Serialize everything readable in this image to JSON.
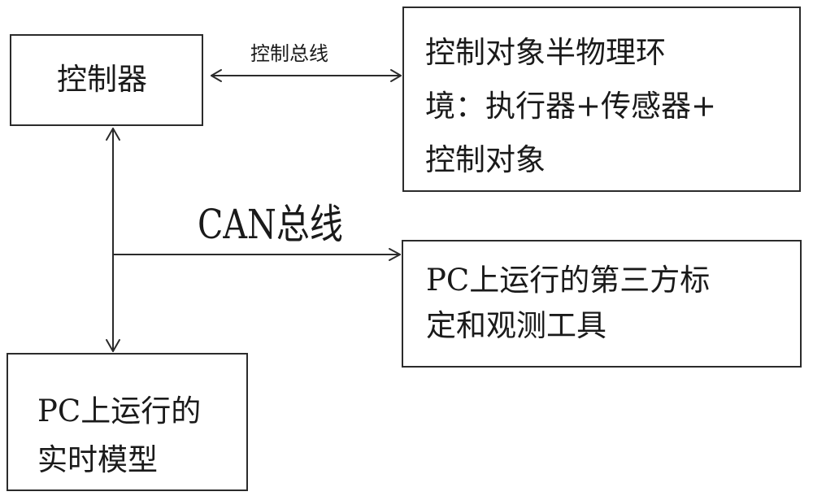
{
  "diagram": {
    "nodes": {
      "controller": {
        "text": "控制器"
      },
      "plant": {
        "text": "控制对象半物理环\n境：执行器+传感器+\n控制对象"
      },
      "calibration_tool": {
        "text": "PC上运行的第三方标\n定和观测工具"
      },
      "realtime_model": {
        "text": "PC上运行的\n实时模型"
      }
    },
    "edges": {
      "control_bus": {
        "label": "控制总线",
        "from": "controller",
        "to": "plant",
        "direction": "bidirectional"
      },
      "can_bus": {
        "label": "CAN总线",
        "connects": [
          "controller",
          "realtime_model",
          "calibration_tool"
        ]
      }
    }
  },
  "colors": {
    "line": "#2b2b2b",
    "text": "#1a1a1a",
    "background": "#ffffff"
  }
}
